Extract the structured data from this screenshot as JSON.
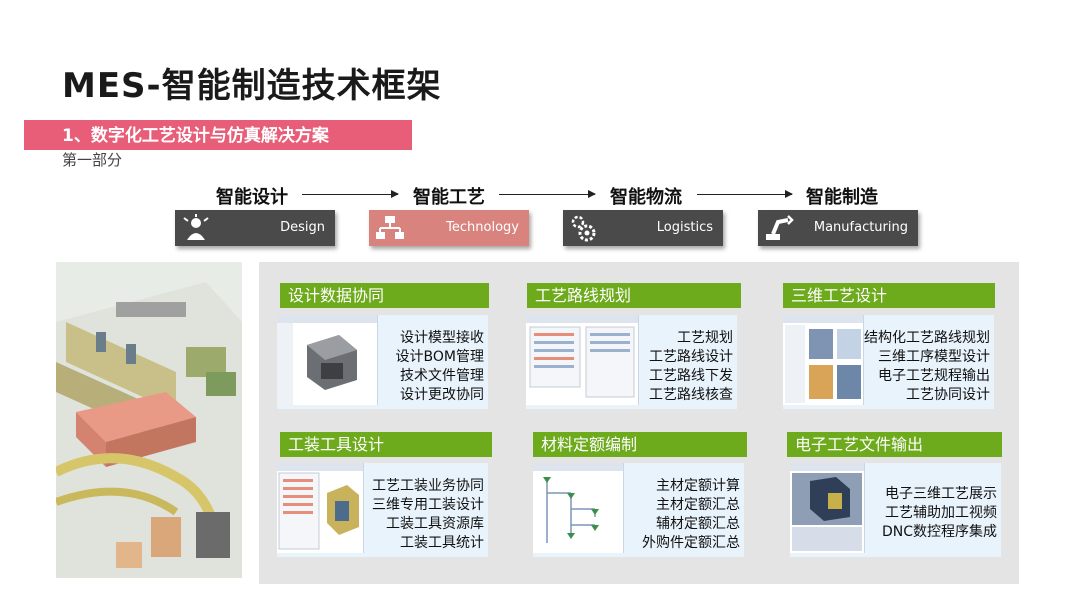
{
  "title": "MES-智能制造技术框架",
  "section": {
    "banner": "1、数字化工艺设计与仿真解决方案",
    "part": "第一部分"
  },
  "flow": [
    {
      "label": "智能设计",
      "stage": "Design",
      "color": "#4a4a4a",
      "icon": "user-lightbulb-icon"
    },
    {
      "label": "智能工艺",
      "stage": "Technology",
      "color": "#d9837e",
      "icon": "network-icon"
    },
    {
      "label": "智能物流",
      "stage": "Logistics",
      "color": "#4a4a4a",
      "icon": "gears-icon"
    },
    {
      "label": "智能制造",
      "stage": "Manufacturing",
      "color": "#4a4a4a",
      "icon": "robot-arm-icon"
    }
  ],
  "cards": [
    {
      "title": "设计数据协同",
      "items": [
        "设计模型接收",
        "设计BOM管理",
        "技术文件管理",
        "设计更改协同"
      ]
    },
    {
      "title": "工艺路线规划",
      "items": [
        "工艺规划",
        "工艺路线设计",
        "工艺路线下发",
        "工艺路线核查"
      ]
    },
    {
      "title": "三维工艺设计",
      "items": [
        "结构化工艺路线规划",
        "三维工序模型设计",
        "电子工艺规程输出",
        "工艺协同设计"
      ]
    },
    {
      "title": "工装工具设计",
      "items": [
        "工艺工装业务协同",
        "三维专用工装设计",
        "工装工具资源库",
        "工装工具统计"
      ]
    },
    {
      "title": "材料定额编制",
      "items": [
        "主材定额计算",
        "主材定额汇总",
        "辅材定额汇总",
        "外购件定额汇总"
      ]
    },
    {
      "title": "电子工艺文件输出",
      "items": [
        "电子三维工艺展示",
        "工艺辅助加工视频",
        "DNC数控程序集成"
      ]
    }
  ],
  "colors": {
    "banner": "#e85d78",
    "card_header": "#6daa1c",
    "card_bg": "#e9f3fc",
    "panel_bg": "#e4e4e4"
  }
}
